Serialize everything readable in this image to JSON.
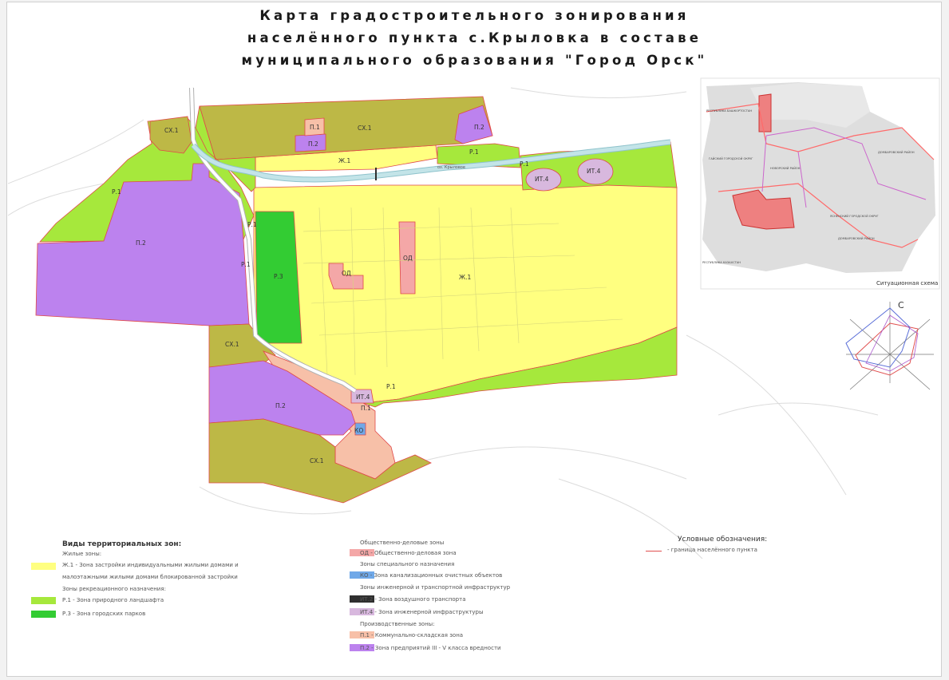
{
  "title": {
    "line1": "Карта градостроительного зонирования",
    "line2": "населённого пункта с.Крыловка в составе",
    "line3": "муниципального образования \"Город Орск\""
  },
  "map_labels": {
    "sx1_nw": "СХ.1",
    "sx1_n": "СХ.1",
    "sx1_mid": "СХ.1",
    "sx1_s": "СХ.1",
    "p1_n": "П.1",
    "p1_s": "П.1",
    "p2_n1": "П.2",
    "p2_n2": "П.2",
    "p2_w": "П.2",
    "p2_s": "П.2",
    "zh1_n": "Ж.1",
    "zh1_main": "Ж.1",
    "r1_w": "Р.1",
    "r1_ne": "Р.1",
    "r1_e": "Р.1",
    "r1_road1": "Р.1",
    "r1_road2": "Р.1",
    "r1_s": "Р.1",
    "r3": "Р.3",
    "od_1": "ОД",
    "od_2": "ОД",
    "it4_1": "ИТ.4",
    "it4_2": "ИТ.4",
    "it4_s": "ИТ.4",
    "ko": "КО",
    "river": "оз. Крыловое"
  },
  "inset": {
    "caption": "Ситуационная схема",
    "areas": [
      "РЕСПУБЛИКА БАШКОРТОСТАН",
      "ГАЙСКИЙ ГОРОДСКОЙ ОКРУГ",
      "НОВОРСКИЙ РАЙОН",
      "ДОМБАРОВСКИЙ РАЙОН",
      "ЯСНЕНСКИЙ ГОРОДСКОЙ ОКРУГ",
      "ДОМБАРОВСКИЙ РАЙОН",
      "РЕСПУБЛИКА КАЗАХСТАН"
    ]
  },
  "windrose": {
    "north": "С"
  },
  "legend": {
    "heading": "Виды территориальных зон:",
    "groups": {
      "residential": "Жилые зоны:",
      "recreation": "Зоны рекреационного назначения:",
      "public": "Общественно-деловые зоны",
      "special": "Зоны специального назначения",
      "engineering": "Зоны инженерной и транспортной инфраструктур",
      "production": "Производственные зоны:"
    },
    "items": {
      "zh1_line1": "Ж.1 - Зона застройки индивидуальными жилыми домами и",
      "zh1_line2": "малоэтажными жилыми домами блокированной застройки",
      "r1": "Р.1 - Зона природного ландшафта",
      "r3": "Р.3 - Зона городских парков",
      "od": "ОД - Общественно-деловая зона",
      "ko": "КО - Зона канализационных очистных объектов",
      "it2": "ИТ.2 - Зона воздушного транспорта",
      "it4": "ИТ.4 - Зона инженерной инфраструктуры",
      "p1": "П.1 - Коммунально-складская зона",
      "p2": "П.2 - Зона предприятий III - V класса вредности"
    },
    "conventional_heading": "Условные обозначения:",
    "boundary": "- граница населённого пункта"
  },
  "colors": {
    "residential": "#ffff80",
    "natural": "#a6e83c",
    "park": "#33cc33",
    "agri": "#bdb846",
    "industry": "#bc82ee",
    "public": "#f4a7a7",
    "communal": "#f7c0a8",
    "engineering": "#d8b8de",
    "sewage": "#6fa8e8",
    "air": "#2f2f2f",
    "river": "#b8dde3",
    "boundary": "#e05050"
  }
}
